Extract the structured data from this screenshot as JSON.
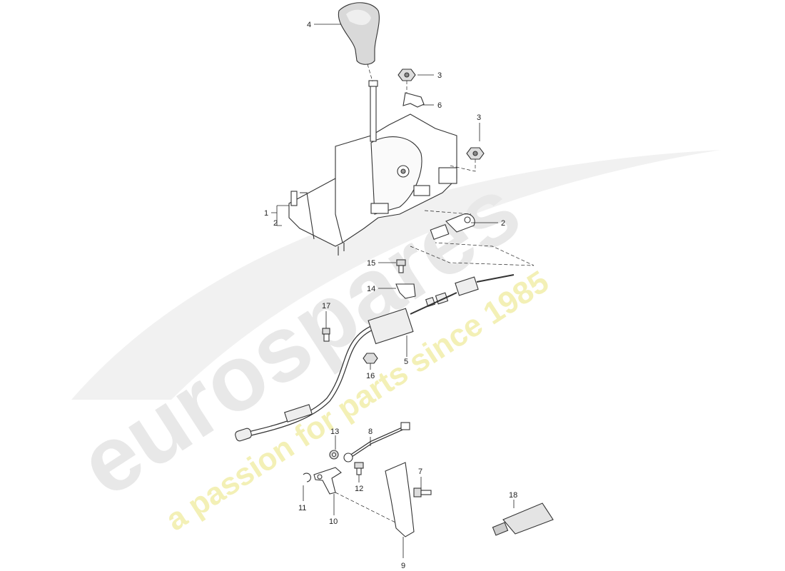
{
  "watermark": {
    "brand": "eurospares",
    "tagline": "a passion for parts since 1985",
    "brand_color": "#e6e6e6",
    "tagline_color": "#f2efb4"
  },
  "parts": [
    {
      "key": "p1",
      "label": "1"
    },
    {
      "key": "p2a",
      "label": "2"
    },
    {
      "key": "p2b",
      "label": "2"
    },
    {
      "key": "p3a",
      "label": "3"
    },
    {
      "key": "p3b",
      "label": "3"
    },
    {
      "key": "p4",
      "label": "4"
    },
    {
      "key": "p5",
      "label": "5"
    },
    {
      "key": "p6",
      "label": "6"
    },
    {
      "key": "p7",
      "label": "7"
    },
    {
      "key": "p8",
      "label": "8"
    },
    {
      "key": "p9",
      "label": "9"
    },
    {
      "key": "p10",
      "label": "10"
    },
    {
      "key": "p11",
      "label": "11"
    },
    {
      "key": "p12",
      "label": "12"
    },
    {
      "key": "p13",
      "label": "13"
    },
    {
      "key": "p14",
      "label": "14"
    },
    {
      "key": "p15",
      "label": "15"
    },
    {
      "key": "p16",
      "label": "16"
    },
    {
      "key": "p17",
      "label": "17"
    },
    {
      "key": "p18",
      "label": "18"
    }
  ]
}
